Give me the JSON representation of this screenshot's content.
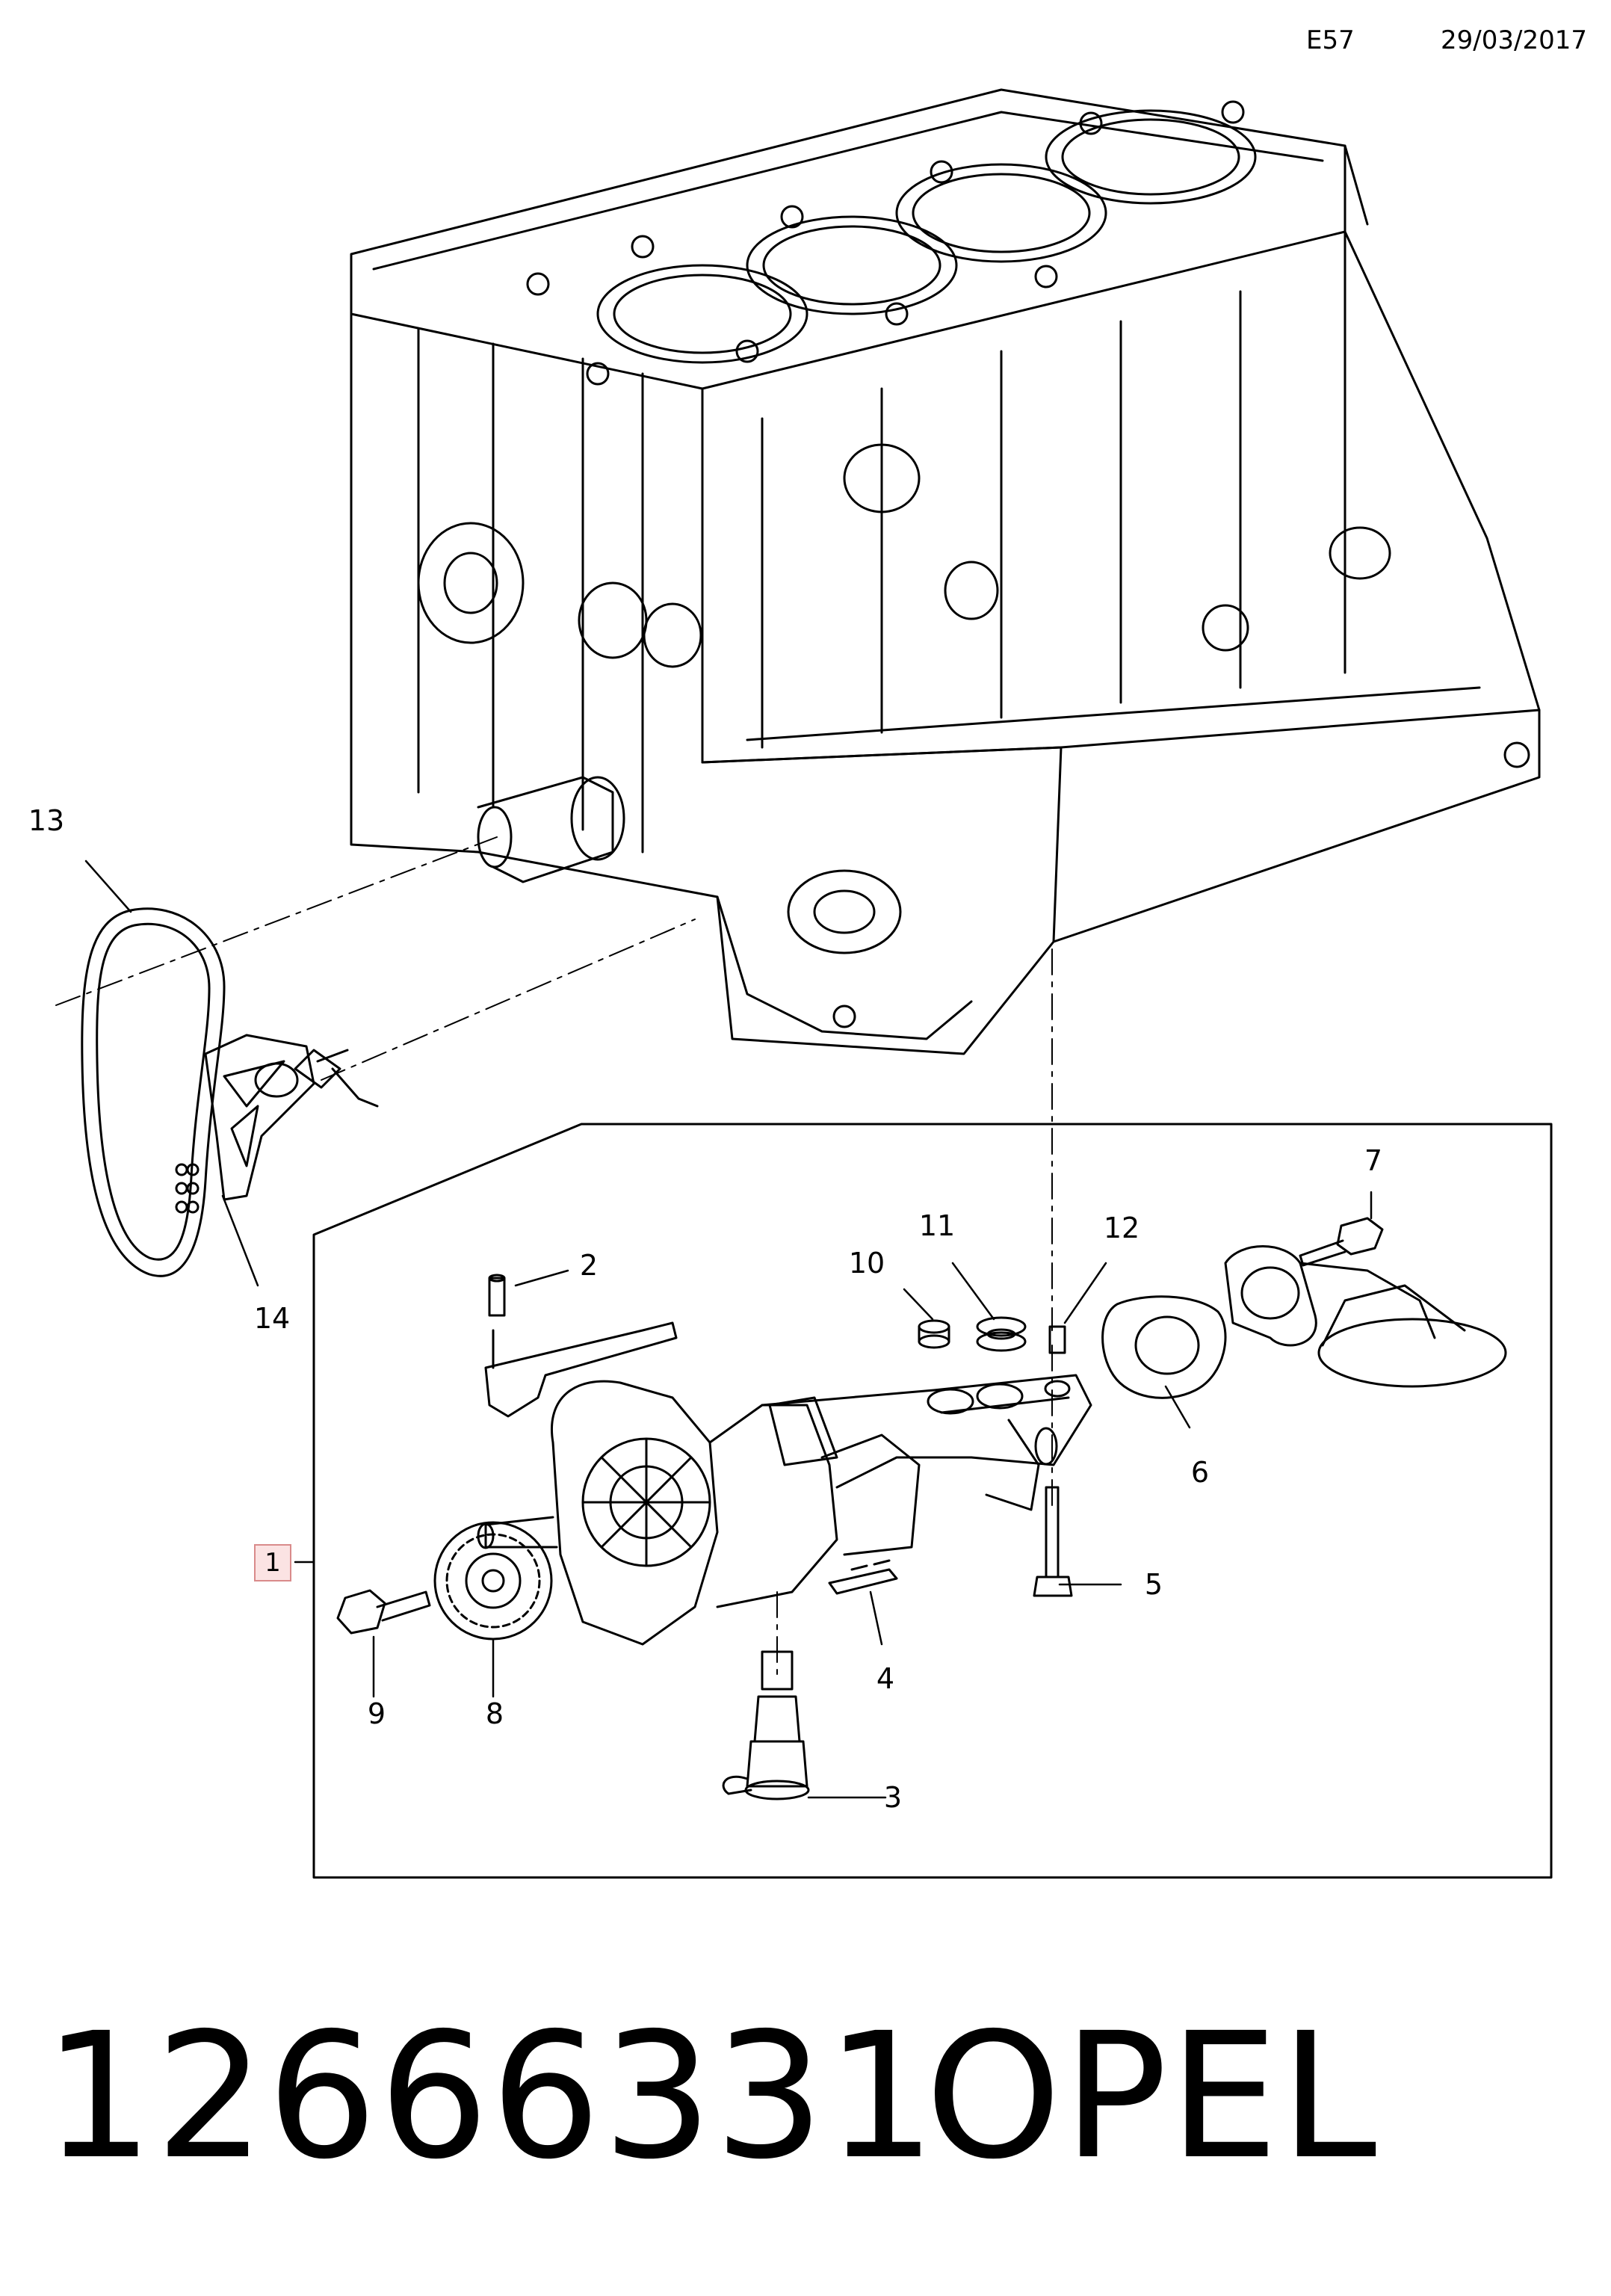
{
  "header": {
    "code": "E57",
    "date": "29/03/2017"
  },
  "callouts": {
    "c1": "1",
    "c2": "2",
    "c3": "3",
    "c4": "4",
    "c5": "5",
    "c6": "6",
    "c7": "7",
    "c8": "8",
    "c9": "9",
    "c10": "10",
    "c11": "11",
    "c12": "12",
    "c13": "13",
    "c14": "14"
  },
  "footer": {
    "part_number": "12666331",
    "brand": "OPEL"
  },
  "colors": {
    "line": "#000000",
    "callout_box_border": "#d98b8b",
    "callout_box_fill": "#fbe3e3"
  }
}
